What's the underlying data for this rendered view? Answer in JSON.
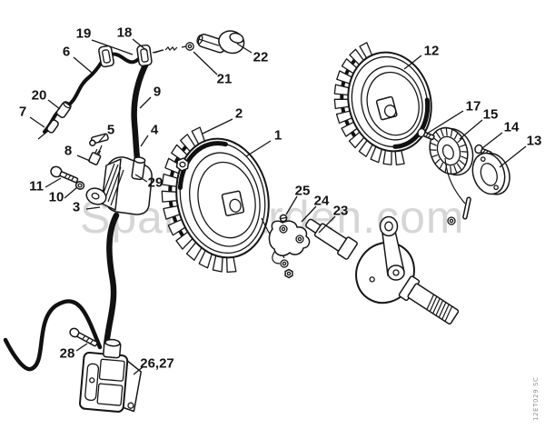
{
  "watermark": "SpareGarden.com",
  "doc_code": "12ET029 SC",
  "labels": [
    "19",
    "18",
    "6",
    "20",
    "7",
    "9",
    "21",
    "22",
    "2",
    "1",
    "12",
    "17",
    "15",
    "14",
    "13",
    "5",
    "4",
    "8",
    "11",
    "10",
    "3",
    "29",
    "25",
    "24",
    "23",
    "28",
    "26,27"
  ]
}
